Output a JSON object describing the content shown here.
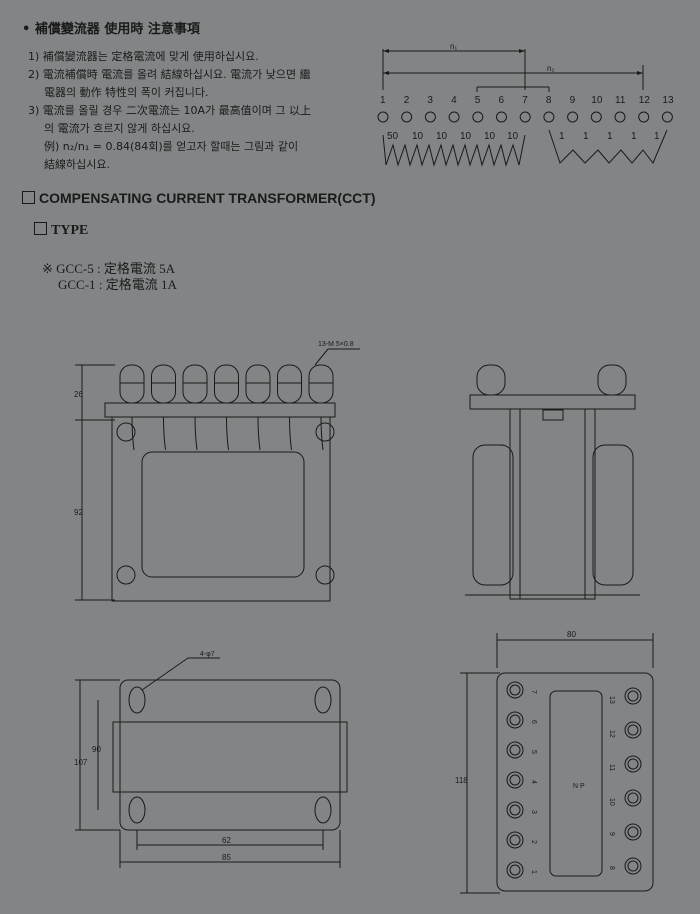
{
  "header": {
    "title": "• 補償變流器 使用時 注意事項"
  },
  "notes": [
    "1) 補償變流器는 定格電流에 맞게 使用하십시요.",
    "2) 電流補償時 電流를 올려 結線하십시요. 電流가 낮으면 繼",
    "電器의 動作 特性의 폭이 커집니다.",
    "3) 電流를 올릴 경우 二次電流는 10A가 最高值이며 그 以上",
    "의 電流가 흐르지 않게 하십시요.",
    "例) n₂/n₁ = 0.84(84회)를 얻고자 할때는 그림과 같이",
    "結線하십시요."
  ],
  "wiring": {
    "n1_label": "n₁",
    "n2_label": "n₂",
    "terminals": [
      "1",
      "2",
      "3",
      "4",
      "5",
      "6",
      "7",
      "8",
      "9",
      "10",
      "11",
      "12",
      "13"
    ],
    "primary_turns": [
      "50",
      "10",
      "10",
      "10",
      "10",
      "10"
    ],
    "secondary_turns": [
      "1",
      "1",
      "1",
      "1",
      "1"
    ]
  },
  "sections": {
    "cct_title": "COMPENSATING CURRENT TRANSFORMER(CCT)",
    "type_title": "TYPE"
  },
  "types": [
    {
      "prefix": "※ ",
      "model": "GCC-5",
      "desc": "定格電流 5A"
    },
    {
      "prefix": "",
      "model": "GCC-1",
      "desc": "定格電流 1A"
    }
  ],
  "dimensions": {
    "front": {
      "screw": "13-M 5×0.8",
      "top_h": "26",
      "body_h": "92"
    },
    "bottom": {
      "hole": "4-φ7",
      "inner_h": "90",
      "outer_h": "107",
      "inner_w": "62",
      "outer_w": "85"
    },
    "terminal_board": {
      "width": "80",
      "height": "118",
      "np": "N P",
      "left_numbers": [
        "7",
        "6",
        "5",
        "4",
        "3",
        "2",
        "1"
      ],
      "right_numbers": [
        "13",
        "12",
        "11",
        "10",
        "9",
        "8"
      ]
    }
  }
}
